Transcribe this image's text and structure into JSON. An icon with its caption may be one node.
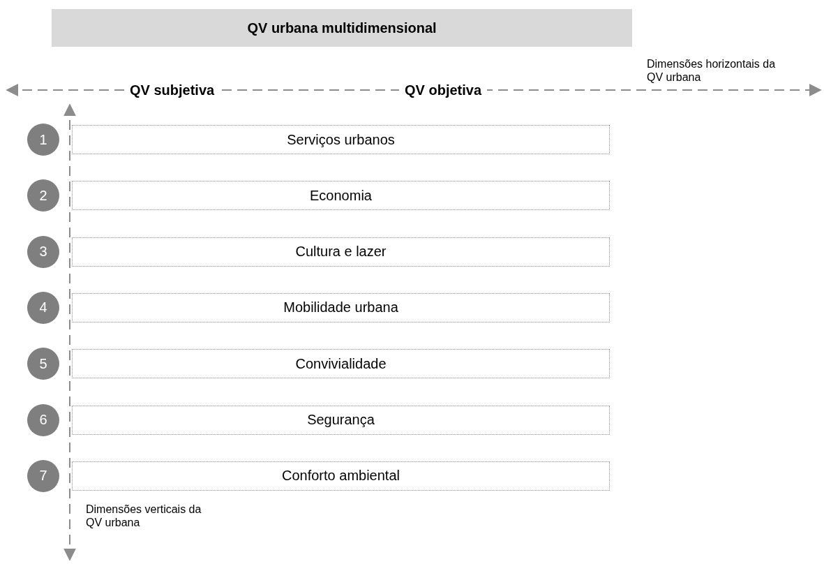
{
  "diagram": {
    "nodes": [
      {
        "text": [
          "QV urbana multidimensional"
        ]
      },
      {
        "text": [
          "1"
        ]
      },
      {
        "text": [
          "Serviços urbanos"
        ]
      },
      {
        "text": [
          "2"
        ]
      },
      {
        "text": [
          "Economia"
        ]
      },
      {
        "text": [
          "3"
        ]
      },
      {
        "text": [
          "Cultura e lazer"
        ]
      },
      {
        "text": [
          "4"
        ]
      },
      {
        "text": [
          "Mobilidade urbana"
        ]
      },
      {
        "text": [
          "5"
        ]
      },
      {
        "text": [
          "Convivialidade"
        ]
      },
      {
        "text": [
          "6"
        ]
      },
      {
        "text": [
          "Segurança"
        ]
      },
      {
        "text": [
          "7"
        ]
      },
      {
        "text": [
          "Conforto ambiental"
        ]
      }
    ],
    "edges": [],
    "labels": [
      "Dimensões horizontais da QV urbana",
      "QV subjetiva",
      "QV objetiva",
      "Dimensões verticais da QV urbana"
    ]
  }
}
